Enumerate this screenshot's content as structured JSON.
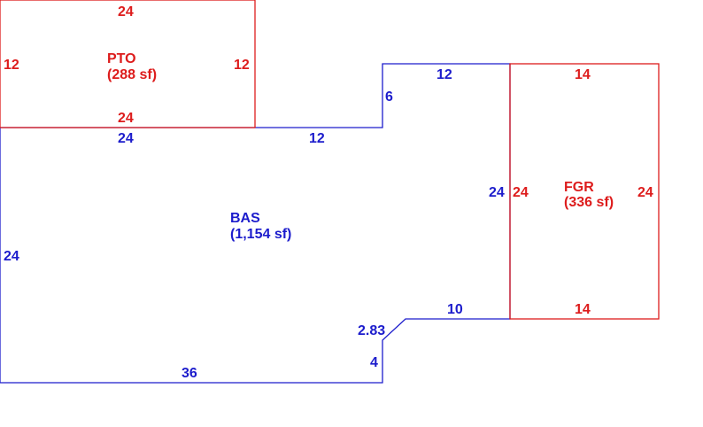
{
  "colors": {
    "bas": "#1c1ccc",
    "addition": "#dd1c1c",
    "background": "#ffffff"
  },
  "areas": {
    "bas": {
      "code": "BAS",
      "area": "(1,154 sf)"
    },
    "pto": {
      "code": "PTO",
      "area": "(288 sf)"
    },
    "fgr": {
      "code": "FGR",
      "area": "(336 sf)"
    }
  },
  "dimensions": {
    "bas": {
      "left": "24",
      "bottom": "36",
      "notch_vertical": "4",
      "diagonal": "2.83",
      "bottom_right": "10",
      "right": "24",
      "top_right": "12",
      "step": "6",
      "top_middle": "12",
      "top_left": "24"
    },
    "pto": {
      "top": "24",
      "left": "12",
      "right": "12",
      "bottom": "24"
    },
    "fgr": {
      "top": "14",
      "left": "24",
      "right": "24",
      "bottom": "14"
    }
  }
}
